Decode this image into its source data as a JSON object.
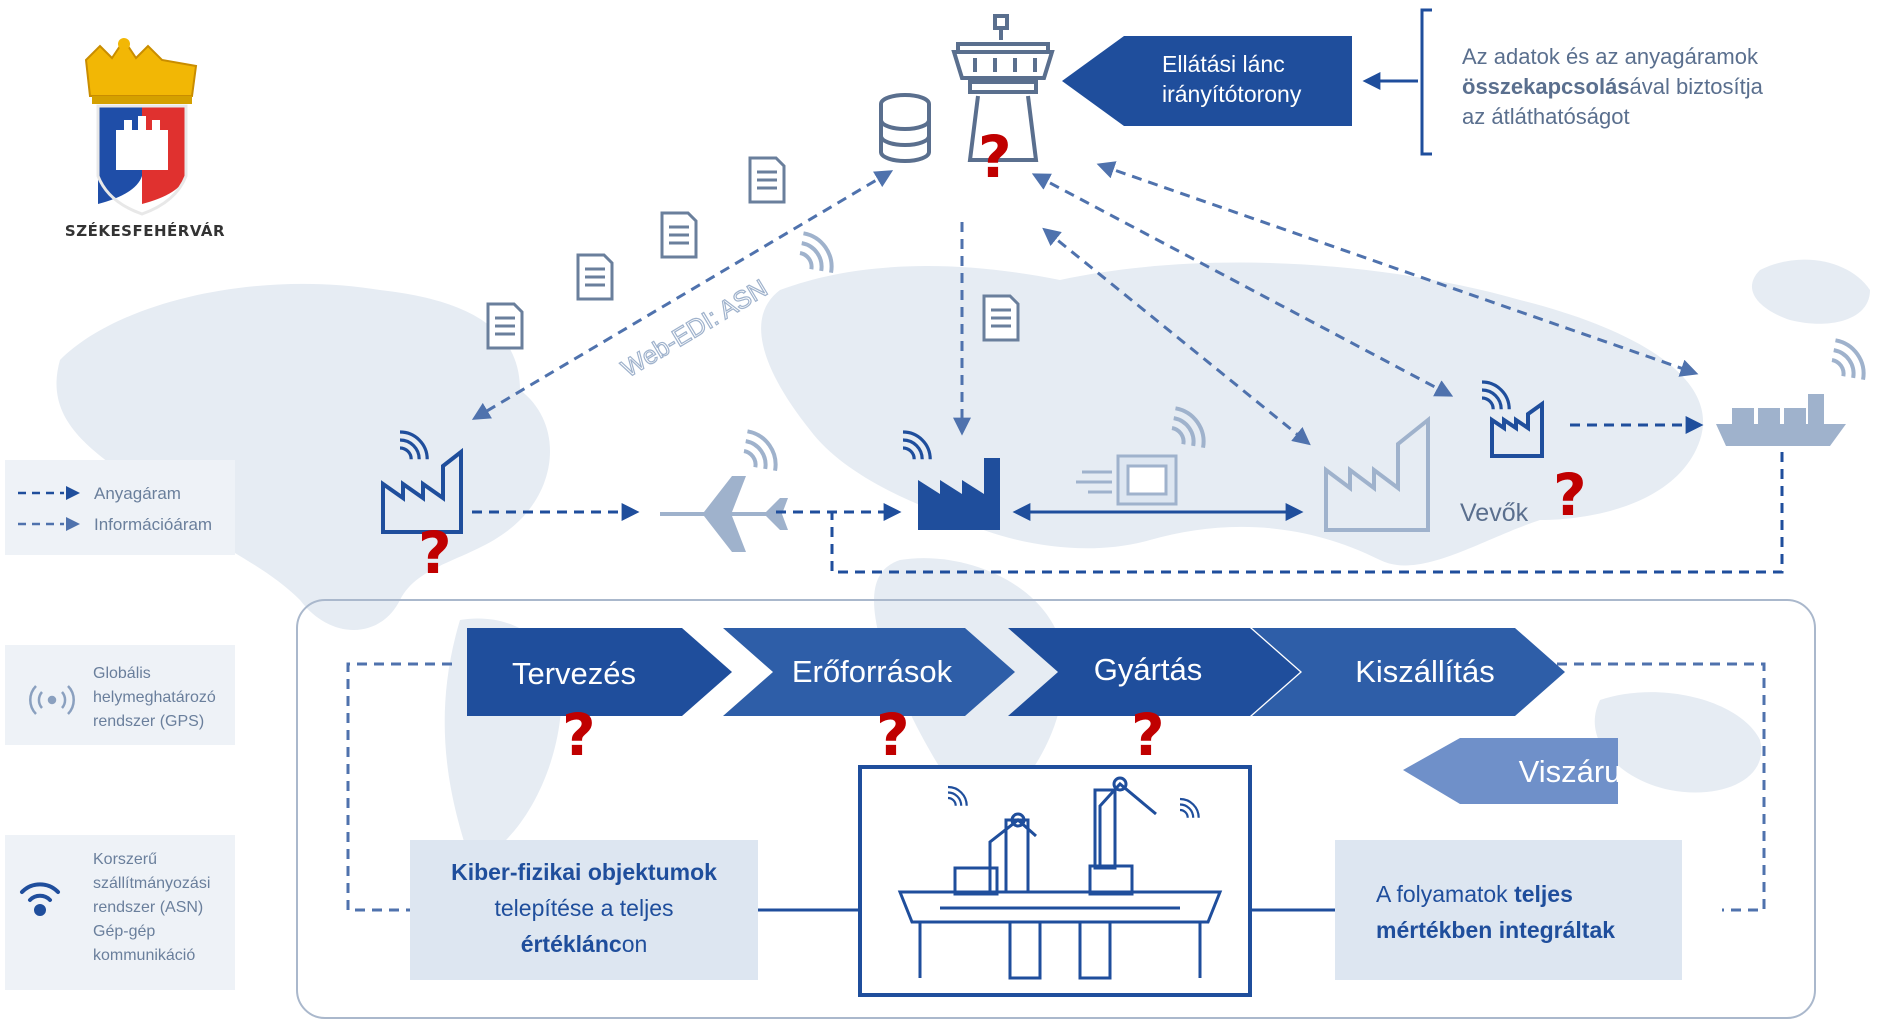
{
  "city_name": "SZÉKESFEHÉRVÁR",
  "control_tower_label": [
    "Ellátási lánc",
    "irányítótorony"
  ],
  "info_note": [
    [
      {
        "t": "Az adatok és az anyagáramok",
        "b": false
      }
    ],
    [
      {
        "t": "összekapcsolás",
        "b": true
      },
      {
        "t": "ával biztosítja",
        "b": false
      }
    ],
    [
      {
        "t": "az átláthatóságot",
        "b": false
      }
    ]
  ],
  "web_edi_label": "Web-EDI: ASN",
  "customers_label": "Vevők",
  "legend_flow": [
    {
      "label": "Anyagáram"
    },
    {
      "label": "Információáram"
    }
  ],
  "legend_gps": [
    "Globális",
    "helymeghatározó",
    "rendszer (GPS)"
  ],
  "legend_asn": [
    "Korszerű",
    "szállítmányozási",
    "rendszer (ASN)",
    "Gép-gép",
    "kommunikáció"
  ],
  "chevrons": [
    "Tervezés",
    "Erőforrások",
    "Gyártás",
    "Kiszállítás"
  ],
  "return_label": "Viszáru",
  "cyber_box": [
    [
      {
        "t": "Kiber-fizikai objektumok",
        "b": true
      }
    ],
    [
      {
        "t": "telepítése a teljes",
        "b": false
      }
    ],
    [
      {
        "t": "értéklánc",
        "b": true
      },
      {
        "t": "on",
        "b": false
      }
    ]
  ],
  "integrated_box": [
    [
      {
        "t": "A folyamatok ",
        "b": false
      },
      {
        "t": "teljes",
        "b": true
      }
    ],
    [
      {
        "t": "mértékben integráltak",
        "b": true
      }
    ]
  ],
  "question_mark": "?",
  "colors": {
    "primary": "#1f4e9c",
    "accent_light": "#6f90c9",
    "map": "#e6ecf3",
    "panel": "#dde6f1",
    "question": "#c00000"
  }
}
